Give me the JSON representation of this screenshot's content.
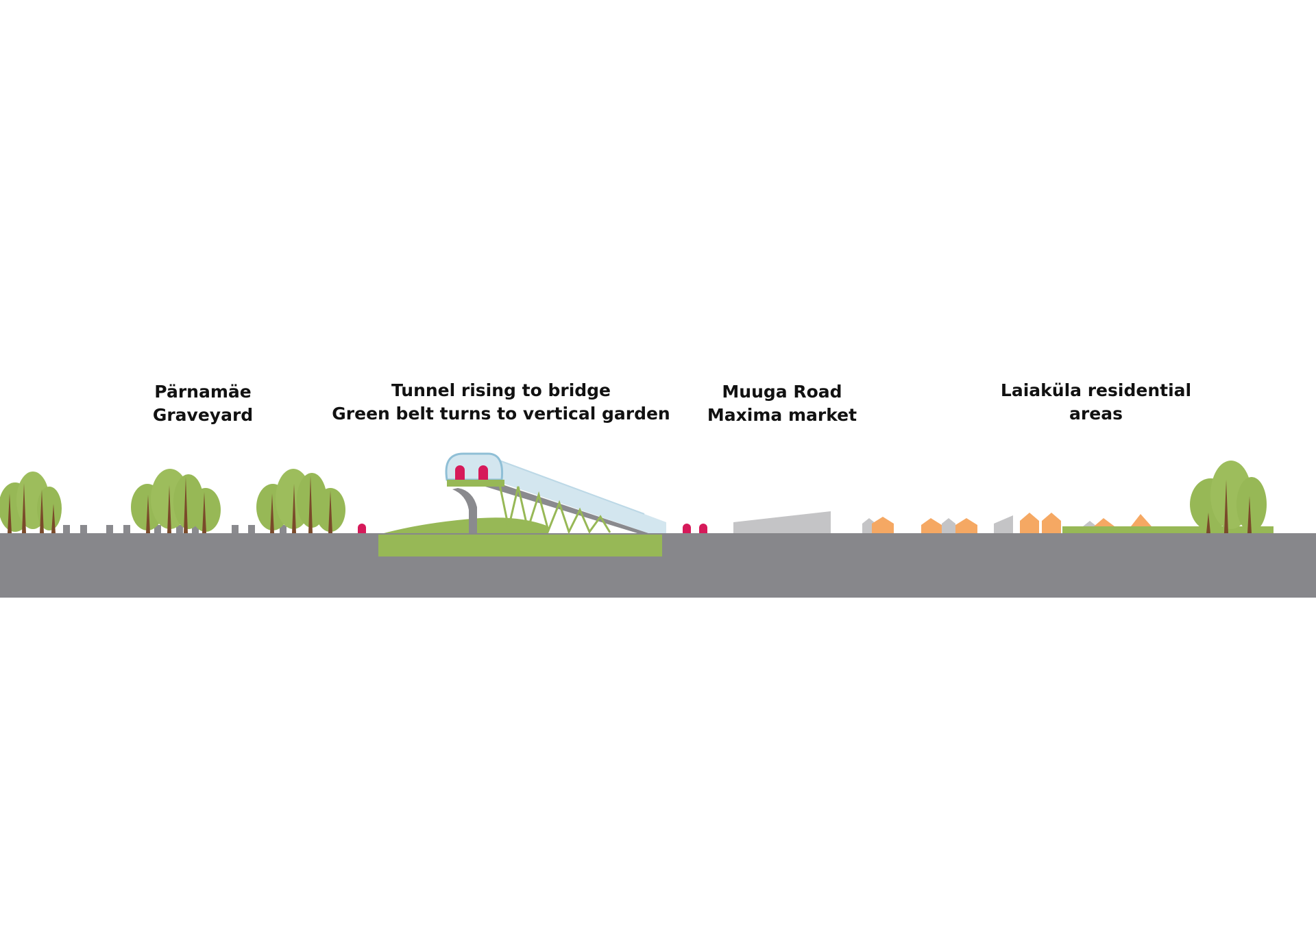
{
  "labels": {
    "graveyard": {
      "line1": "Pärnamäe",
      "line2": "Graveyard"
    },
    "tunnel": {
      "line1": "Tunnel rising to bridge",
      "line2": "Green belt turns to vertical garden"
    },
    "muuga": {
      "line1": "Muuga Road",
      "line2": "Maxima market"
    },
    "laiakula": {
      "line1": "Laiaküla residential",
      "line2": "areas"
    }
  },
  "colors": {
    "ground": "#87878b",
    "tree_foliage": "#97b856",
    "tree_trunk": "#7a4a2a",
    "green_belt": "#97b856",
    "bridge_glass": "#d3e6ef",
    "bridge_outline": "#8fbfd6",
    "bridge_deck": "#8a8a8e",
    "vehicle": "#d61a5a",
    "market_building": "#c4c4c6",
    "house_orange": "#f5a863",
    "house_grey": "#c4c4c6",
    "graves": "#8a8a8e"
  }
}
